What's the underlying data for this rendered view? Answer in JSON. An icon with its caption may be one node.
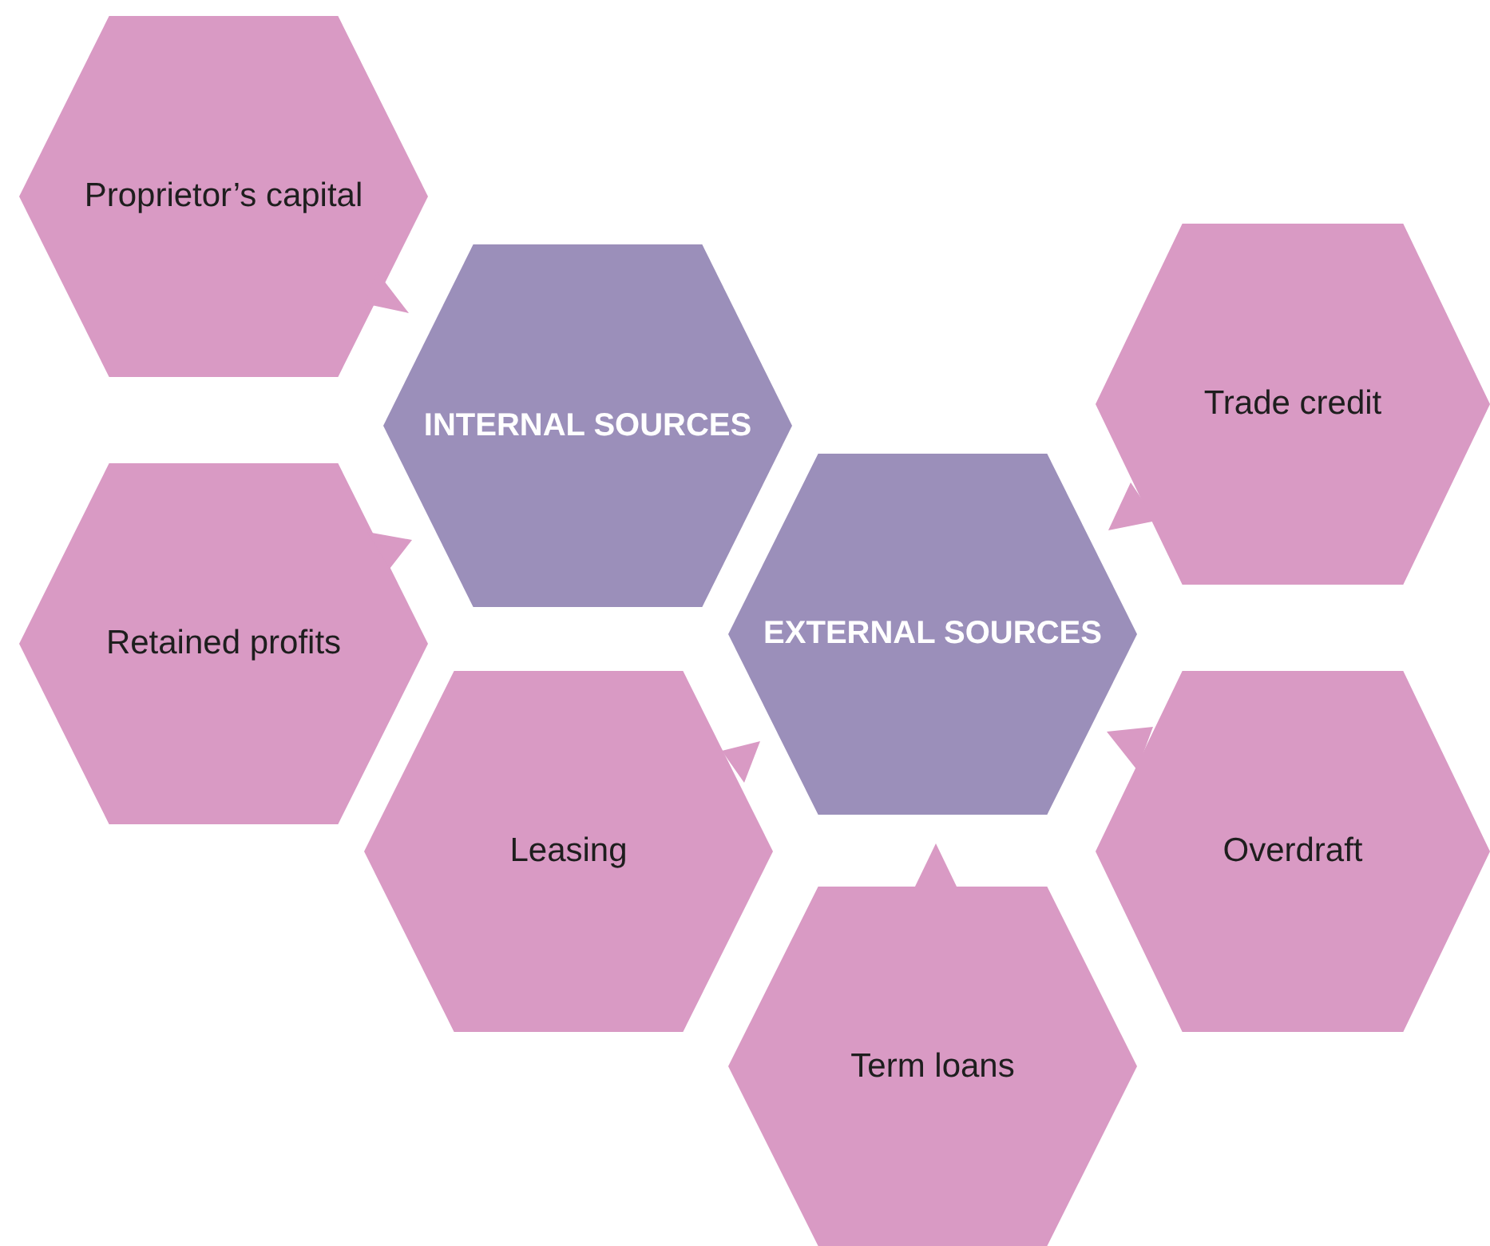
{
  "diagram": {
    "nodes": [
      {
        "text": [
          "Proprietor’s capital"
        ]
      },
      {
        "text": [
          "INTERNAL SOURCES"
        ]
      },
      {
        "text": [
          "Trade credit"
        ]
      },
      {
        "text": [
          "Retained profits"
        ]
      },
      {
        "text": [
          "EXTERNAL SOURCES"
        ]
      },
      {
        "text": [
          "Leasing"
        ]
      },
      {
        "text": [
          "Overdraft"
        ]
      },
      {
        "text": [
          "Term loans"
        ]
      }
    ]
  }
}
